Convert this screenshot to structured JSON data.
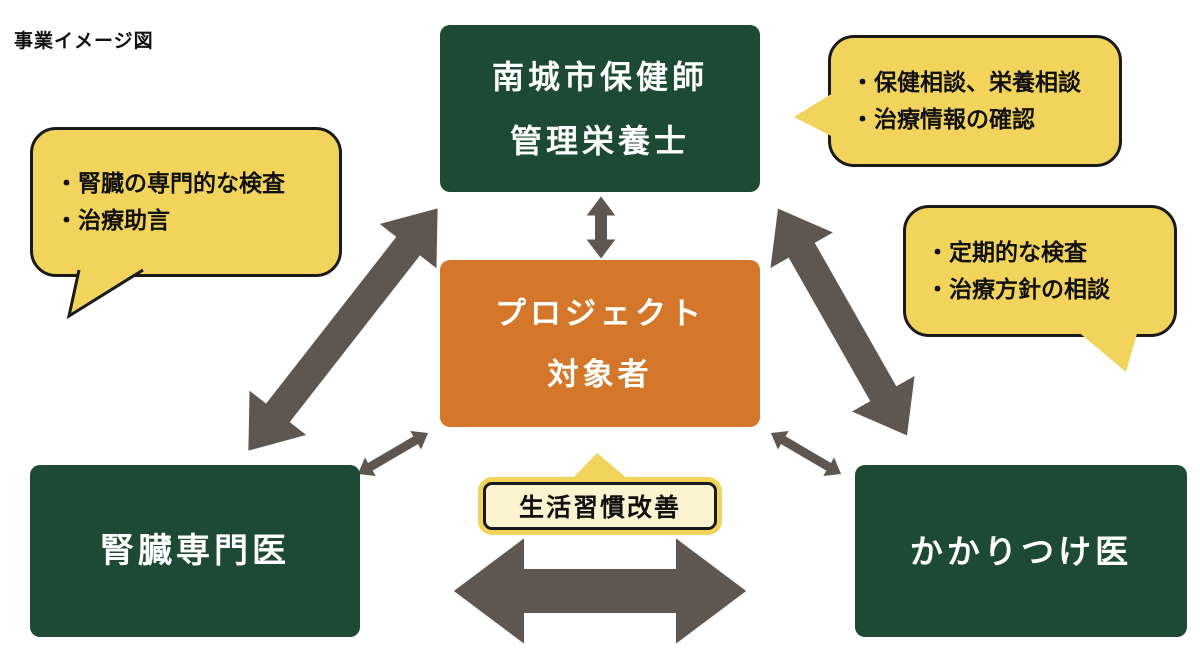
{
  "title": "事業イメージ図",
  "colors": {
    "box_green": "#1d4a35",
    "box_orange": "#d4772b",
    "bubble_yellow": "#f2d45c",
    "arrow_gray": "#5f564f"
  },
  "nodes": {
    "health_staff": {
      "line1": "南城市保健師",
      "line2": "管理栄養士"
    },
    "project_target": {
      "line1": "プロジェクト",
      "line2": "対象者"
    },
    "kidney_specialist": {
      "label": "腎臓専門医"
    },
    "family_doctor": {
      "label": "かかりつけ医"
    }
  },
  "bubbles": {
    "specialist_services": {
      "lines": [
        "・腎臓の専門的な検査",
        "・治療助言"
      ]
    },
    "health_services": {
      "lines": [
        "・保健相談、栄養相談",
        "・治療情報の確認"
      ]
    },
    "family_doctor_services": {
      "lines": [
        "・定期的な検査",
        "・治療方針の相談"
      ]
    },
    "lifestyle": {
      "label": "生活習慣改善"
    }
  }
}
